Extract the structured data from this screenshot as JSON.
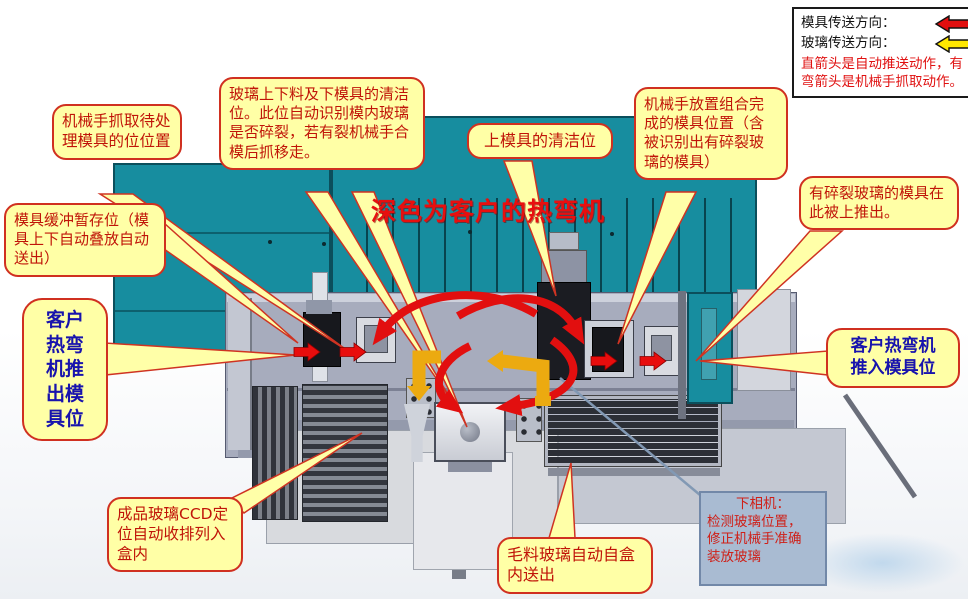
{
  "title": "深色为客户的热弯机",
  "legend": {
    "mold_direction_label": "模具传送方向：",
    "glass_direction_label": "玻璃传送方向：",
    "note": "直箭头是自动推送动作，有弯箭头是机械手抓取动作。",
    "mold_arrow_color": "#e20f0f",
    "glass_arrow_color": "#ffe800"
  },
  "callouts": {
    "grab_position": "机械手抓取待处理模具的位位置",
    "buffer_position": "模具缓冲暂存位（模具上下自动叠放自动送出）",
    "customer_out": "客户\n热弯\n机推\n出模\n具位",
    "glass_loading": "玻璃上下料及下模具的清洁位。此位自动识别模内玻璃是否碎裂，若有裂机械手合模后抓移走。",
    "upper_mold_clean": "上模具的清洁位",
    "robot_place": "机械手放置组合完成的模具位置（含被识别出有碎裂玻璃的模具）",
    "broken_glass_out": "有碎裂玻璃的模具在此被上推出。",
    "customer_in": "客户热弯机\n推入模具位",
    "ccd_position": "成品玻璃CCD定位自动收排列入盒内",
    "raw_glass": "毛料玻璃自动自盒内送出",
    "camera_title": "下相机：",
    "camera_body": "检测玻璃位置，\n修正机械手准确\n装放玻璃"
  },
  "colors": {
    "machine_teal": "#178d9f",
    "platform_gray": "#a7acbd",
    "arrow_red": "#e20f0f",
    "arrow_orange": "#ecaa10",
    "callout_bg": "#ffffa6",
    "callout_border": "#d03020",
    "callout_text": "#c01408",
    "blue_text": "#1813ad",
    "camera_box_bg": "#a9bbd2"
  }
}
